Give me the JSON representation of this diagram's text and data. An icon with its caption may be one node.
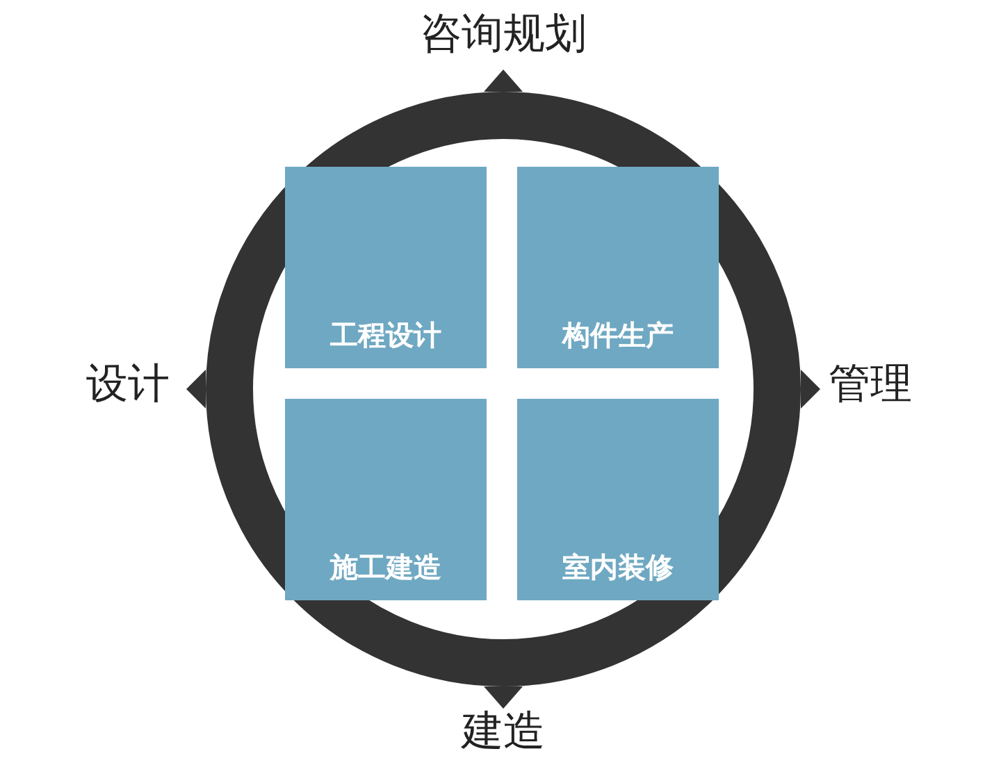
{
  "diagram": {
    "nodes": [
      {
        "text": [
          "工程设计"
        ]
      },
      {
        "text": [
          "构件生产"
        ]
      },
      {
        "text": [
          "施工建造"
        ]
      },
      {
        "text": [
          "室内装修"
        ]
      }
    ],
    "labels": [
      "咨询规划",
      "设计",
      "管理",
      "建造"
    ]
  }
}
